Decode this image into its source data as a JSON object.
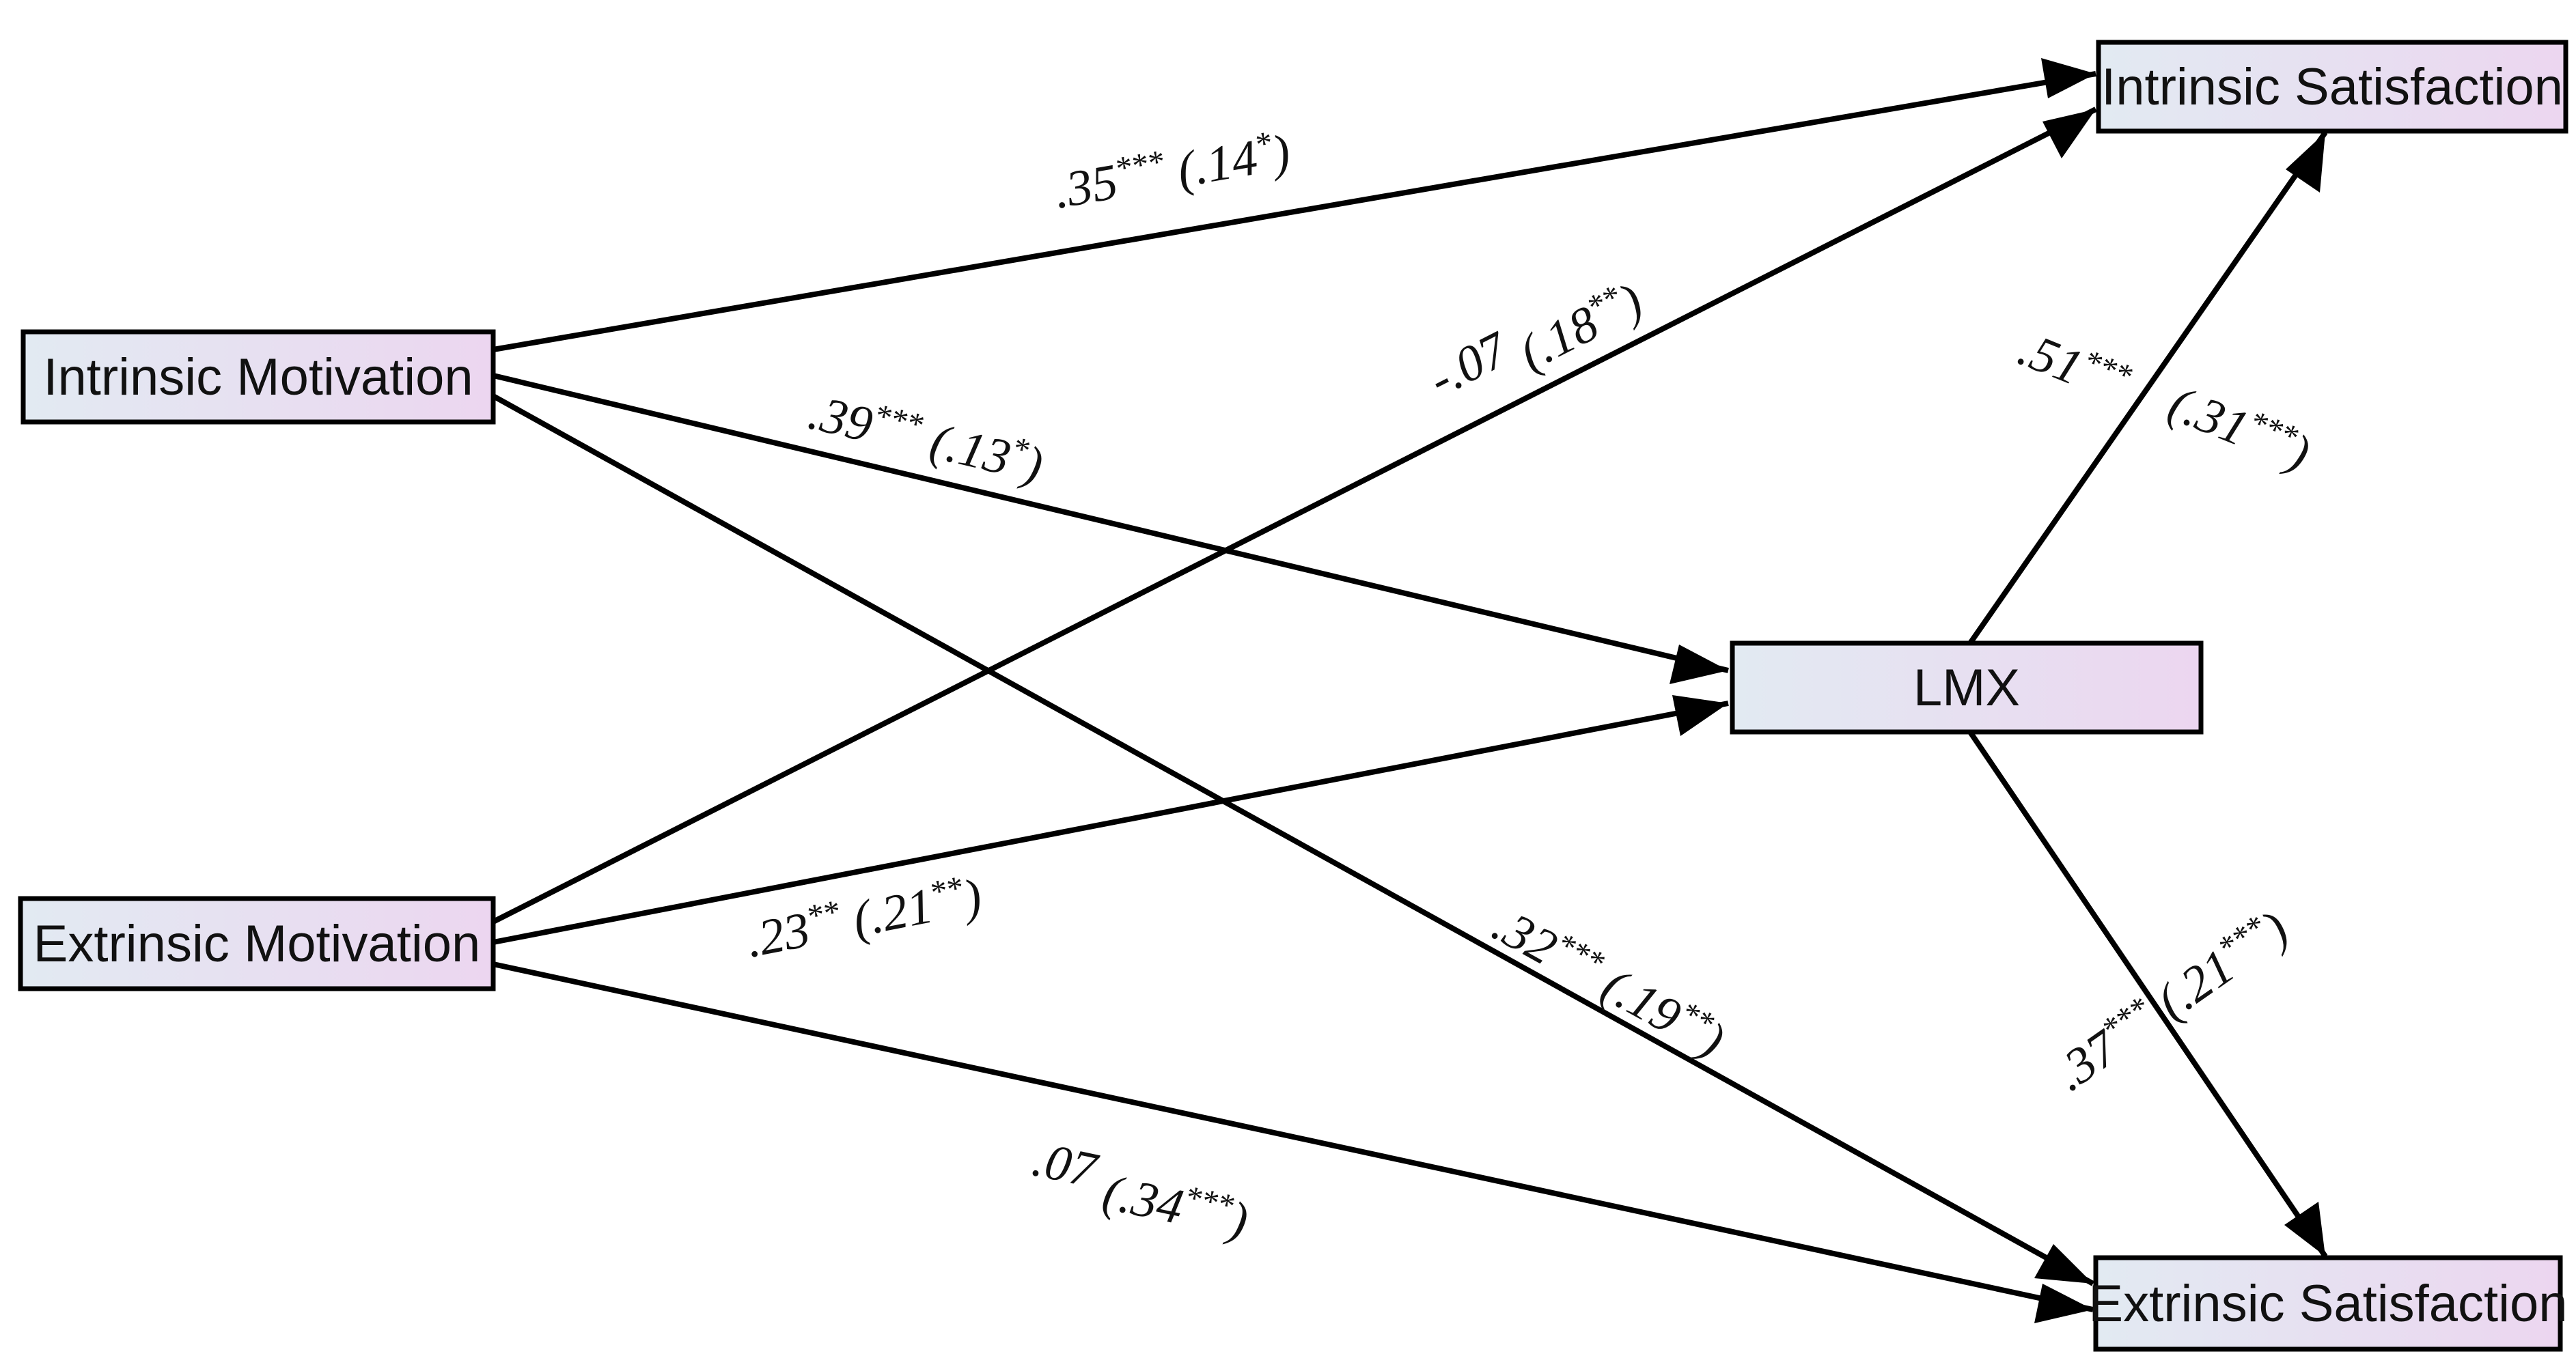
{
  "nodes": {
    "intrinsic_motivation": {
      "label": "Intrinsic Motivation"
    },
    "extrinsic_motivation": {
      "label": "Extrinsic Motivation"
    },
    "lmx": {
      "label": "LMX"
    },
    "intrinsic_satisfaction": {
      "label": "Intrinsic Satisfaction"
    },
    "extrinsic_satisfaction": {
      "label": "Extrinsic Satisfaction"
    }
  },
  "edges": [
    {
      "from": "Intrinsic Motivation",
      "to": "Intrinsic Satisfaction",
      "coef": ".35",
      "coef_sig": "***",
      "indirect": ".14",
      "indirect_sig": "*"
    },
    {
      "from": "Intrinsic Motivation",
      "to": "LMX",
      "coef": ".39",
      "coef_sig": "***",
      "indirect": ".13",
      "indirect_sig": "*"
    },
    {
      "from": "Intrinsic Motivation",
      "to": "Extrinsic Satisfaction",
      "coef": ".32",
      "coef_sig": "***",
      "indirect": ".19",
      "indirect_sig": "**"
    },
    {
      "from": "Extrinsic Motivation",
      "to": "Intrinsic Satisfaction",
      "coef": "-.07",
      "coef_sig": "",
      "indirect": ".18",
      "indirect_sig": "**"
    },
    {
      "from": "Extrinsic Motivation",
      "to": "LMX",
      "coef": ".23",
      "coef_sig": "**",
      "indirect": ".21",
      "indirect_sig": "**"
    },
    {
      "from": "Extrinsic Motivation",
      "to": "Extrinsic Satisfaction",
      "coef": ".07",
      "coef_sig": "",
      "indirect": ".34",
      "indirect_sig": "***"
    },
    {
      "from": "LMX",
      "to": "Intrinsic Satisfaction",
      "coef": ".51",
      "coef_sig": "***",
      "indirect": ".31",
      "indirect_sig": "***"
    },
    {
      "from": "LMX",
      "to": "Extrinsic Satisfaction",
      "coef": ".37",
      "coef_sig": "***",
      "indirect": ".21",
      "indirect_sig": "***"
    }
  ],
  "colors": {
    "node_fill_left": "#e2eaf2",
    "node_fill_right": "#ecd6f0",
    "stroke": "#000000"
  }
}
